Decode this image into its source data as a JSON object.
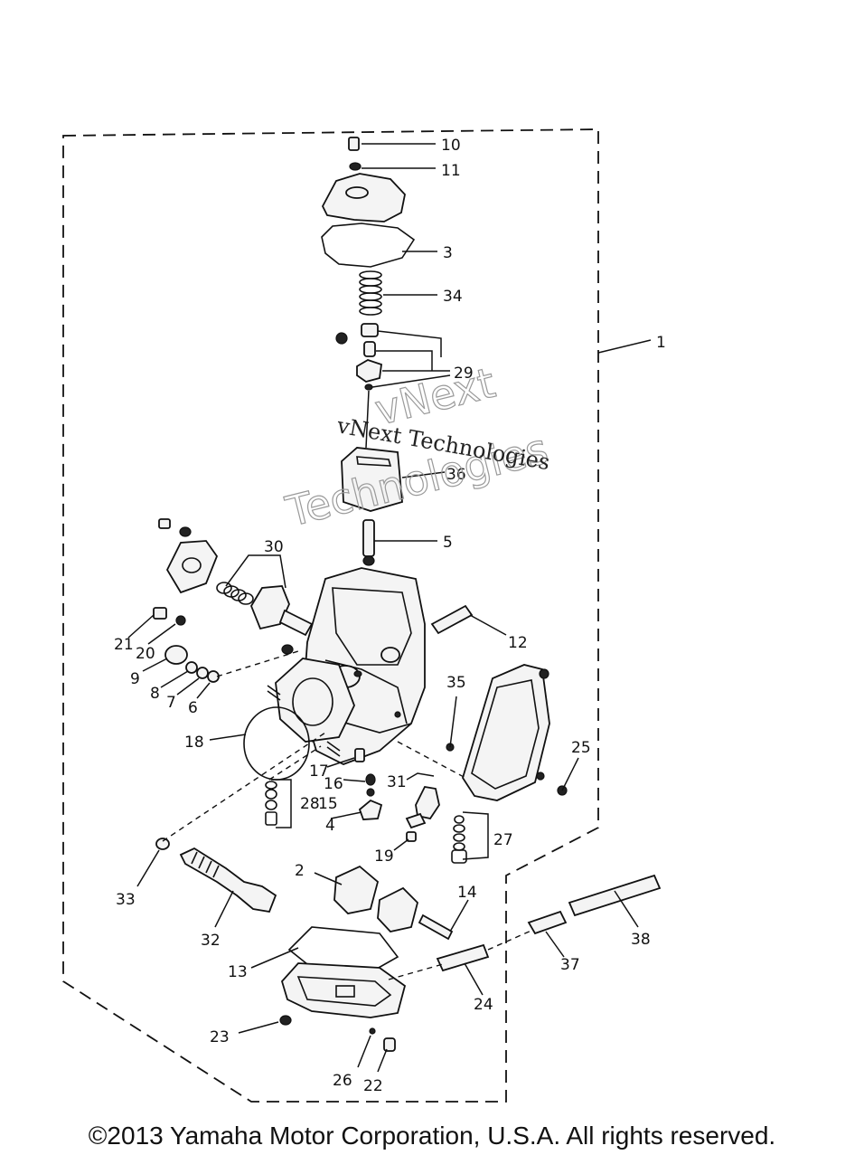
{
  "diagram": {
    "callouts": [
      "10",
      "11",
      "3",
      "34",
      "1",
      "29",
      "36",
      "5",
      "30",
      "12",
      "21",
      "20",
      "9",
      "8",
      "7",
      "6",
      "35",
      "18",
      "25",
      "17",
      "16",
      "31",
      "28",
      "15",
      "4",
      "27",
      "19",
      "33",
      "2",
      "14",
      "32",
      "38",
      "37",
      "13",
      "24",
      "23",
      "26",
      "22"
    ]
  },
  "watermark": {
    "outline_line1": "vNext",
    "outline_line2": "Technologies",
    "serif_text": "vNext Technologies"
  },
  "footer": {
    "copyright": "©2013 Yamaha Motor Corporation, U.S.A. All rights reserved."
  }
}
